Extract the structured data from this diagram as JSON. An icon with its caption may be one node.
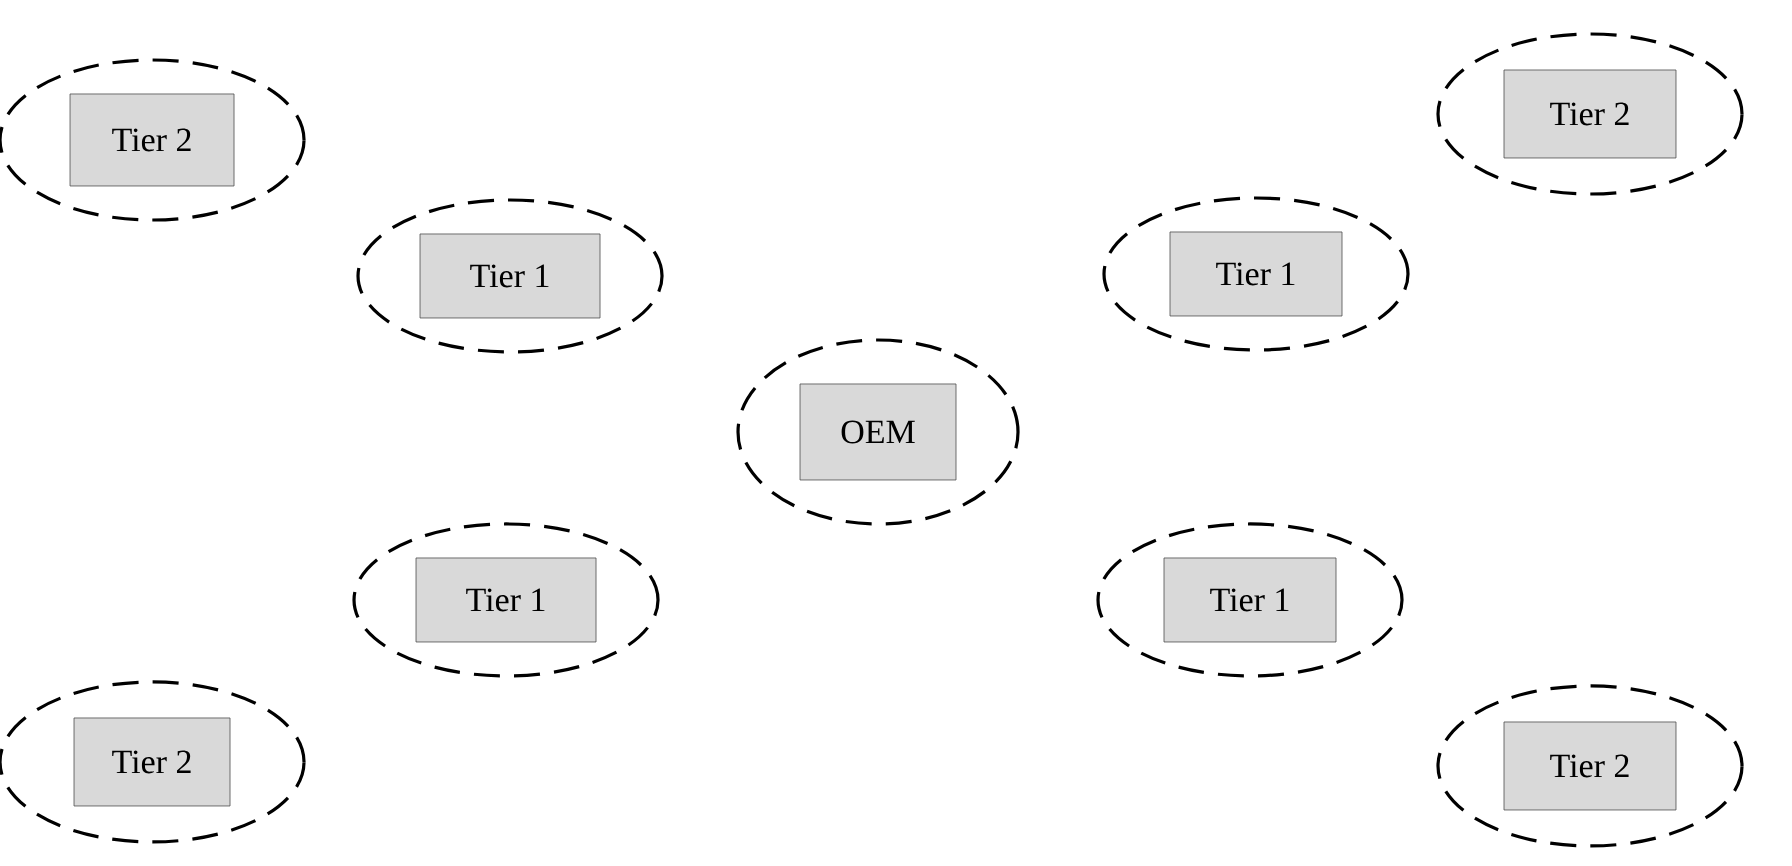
{
  "diagram": {
    "nodes": [
      {
        "text": [],
        "shape": "ellipse"
      },
      {
        "text": [
          "Tier 2"
        ],
        "in": 0
      },
      {
        "text": [],
        "shape": "ellipse"
      },
      {
        "text": [
          "Tier 2"
        ],
        "in": 2
      },
      {
        "text": [],
        "shape": "ellipse"
      },
      {
        "text": [
          "Tier 1"
        ],
        "in": 4
      },
      {
        "text": [],
        "shape": "ellipse"
      },
      {
        "text": [
          "Tier 1"
        ],
        "in": 6
      },
      {
        "text": [],
        "shape": "ellipse"
      },
      {
        "text": [
          "OEM"
        ],
        "in": 8
      },
      {
        "text": [],
        "shape": "ellipse"
      },
      {
        "text": [
          "Tier 1"
        ],
        "in": 10
      },
      {
        "text": [],
        "shape": "ellipse"
      },
      {
        "text": [
          "Tier 1"
        ],
        "in": 12
      },
      {
        "text": [],
        "shape": "ellipse"
      },
      {
        "text": [
          "Tier 2"
        ],
        "in": 14
      },
      {
        "text": [],
        "shape": "ellipse"
      },
      {
        "text": [
          "Tier 2"
        ],
        "in": 16
      }
    ]
  }
}
